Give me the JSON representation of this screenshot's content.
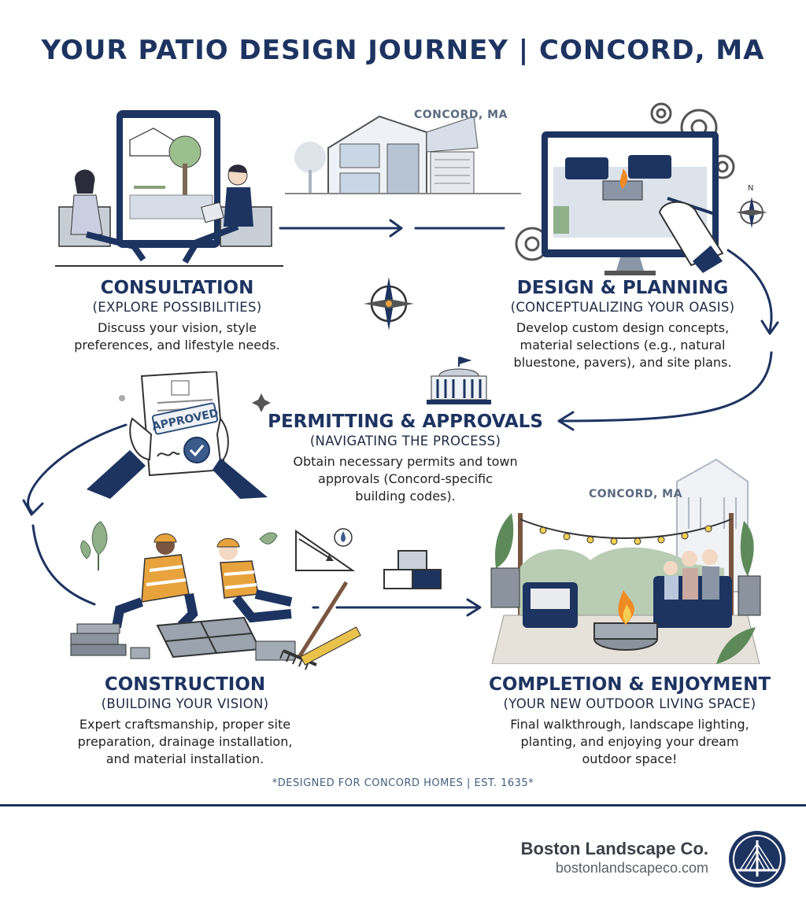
{
  "title": "YOUR PATIO DESIGN JOURNEY | CONCORD, MA",
  "house_tag": "CONCORD, MA",
  "completion_tag": "CONCORD, MA",
  "approved_stamp": "APPROVED",
  "steps": [
    {
      "title": "CONSULTATION",
      "subtitle": "(EXPLORE POSSIBILITIES)",
      "description_lines": [
        "Discuss your vision, style",
        "preferences, and lifestyle needs."
      ]
    },
    {
      "title": "DESIGN & PLANNING",
      "subtitle": "(CONCEPTUALIZING YOUR OASIS)",
      "description_lines": [
        "Develop custom design concepts,",
        "material selections (e.g., natural",
        "bluestone, pavers), and site plans."
      ]
    },
    {
      "title": "PERMITTING & APPROVALS",
      "subtitle": "(NAVIGATING THE PROCESS)",
      "description_lines": [
        "Obtain necessary permits and town",
        "approvals (Concord-specific",
        "building codes)."
      ]
    },
    {
      "title": "CONSTRUCTION",
      "subtitle": "(BUILDING YOUR VISION)",
      "description_lines": [
        "Expert craftsmanship, proper site",
        "preparation, drainage installation,",
        "and material installation."
      ]
    },
    {
      "title": "COMPLETION & ENJOYMENT",
      "subtitle": "(YOUR NEW OUTDOOR LIVING SPACE)",
      "description_lines": [
        "Final walkthrough, landscape lighting,",
        "planting, and enjoying your dream",
        "outdoor space!"
      ]
    }
  ],
  "footnote": "*DESIGNED FOR CONCORD HOMES | EST. 1635*",
  "company": {
    "name": "Boston Landscape Co.",
    "url": "bostonlandscapeco.com"
  },
  "colors": {
    "navy": "#1d3461",
    "accent_orange": "#e8a33d",
    "fire": "#f08a24",
    "leaf": "#8fb089"
  },
  "icons": [
    "compass-icon",
    "gear-icon",
    "government-building-icon",
    "bridge-logo-icon"
  ]
}
